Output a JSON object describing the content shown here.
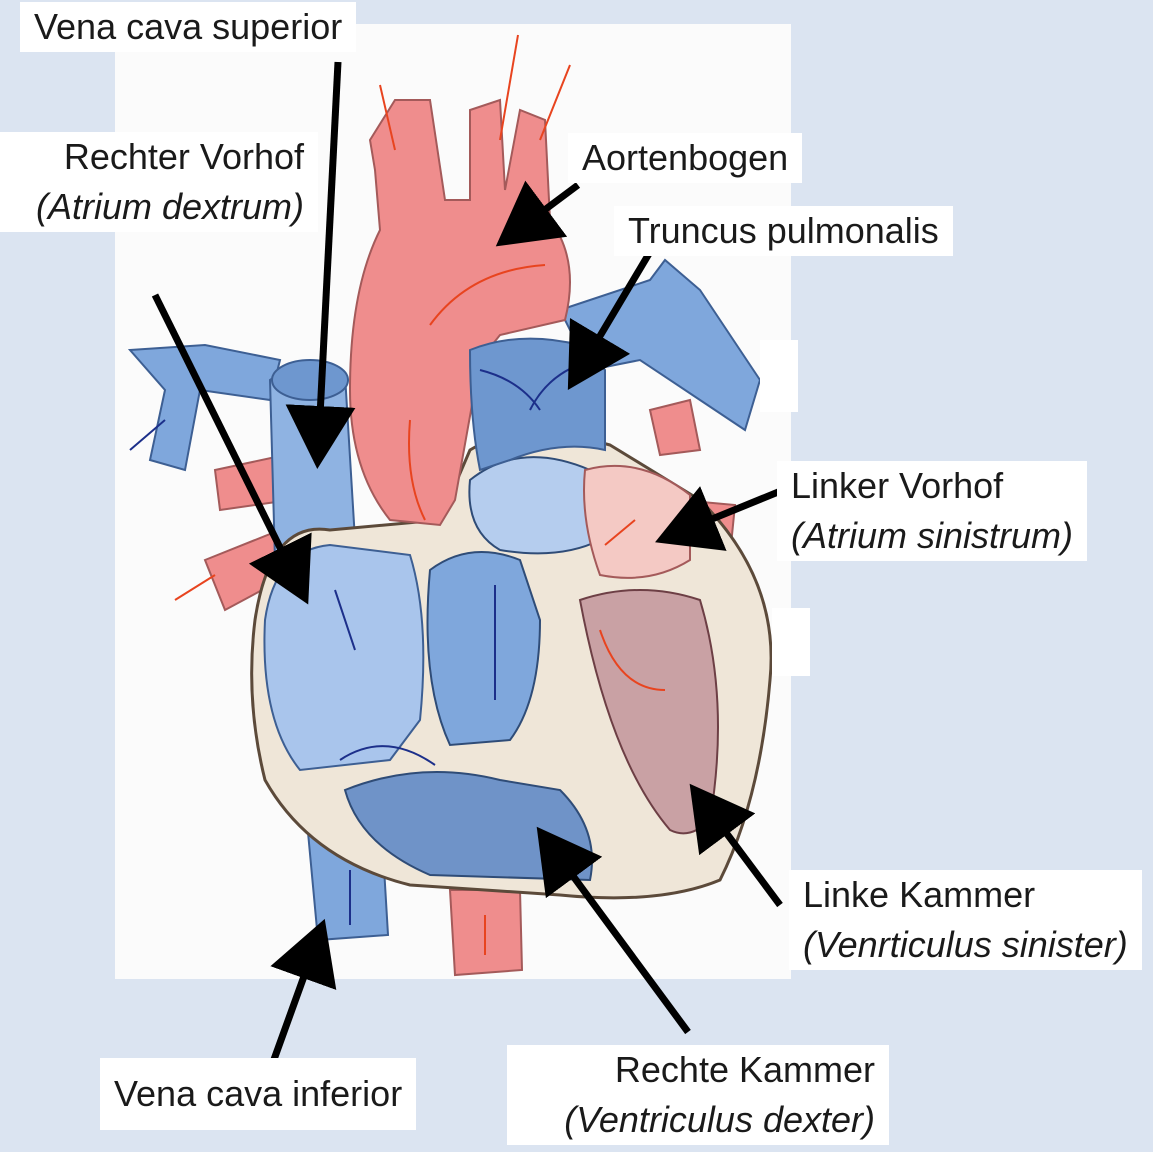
{
  "labels": {
    "vena_cava_superior": "Vena cava superior",
    "rechter_vorhof": "Rechter Vorhof",
    "rechter_vorhof_latin": "(Atrium dextrum)",
    "aortenbogen": "Aortenbogen",
    "truncus_pulmonalis": "Truncus pulmonalis",
    "linker_vorhof": "Linker Vorhof",
    "linker_vorhof_latin": "(Atrium sinistrum)",
    "linke_kammer": "Linke Kammer",
    "linke_kammer_latin": "(Venrticulus sinister)",
    "rechte_kammer": "Rechte Kammer",
    "rechte_kammer_latin": "(Ventriculus dexter)",
    "vena_cava_inferior": "Vena cava inferior"
  },
  "colors": {
    "background": "#dbe4f1",
    "arterial": "#ef8d8d",
    "venous": "#7fa7dc",
    "muscle": "#efe6d8",
    "arrow": "#000000"
  }
}
